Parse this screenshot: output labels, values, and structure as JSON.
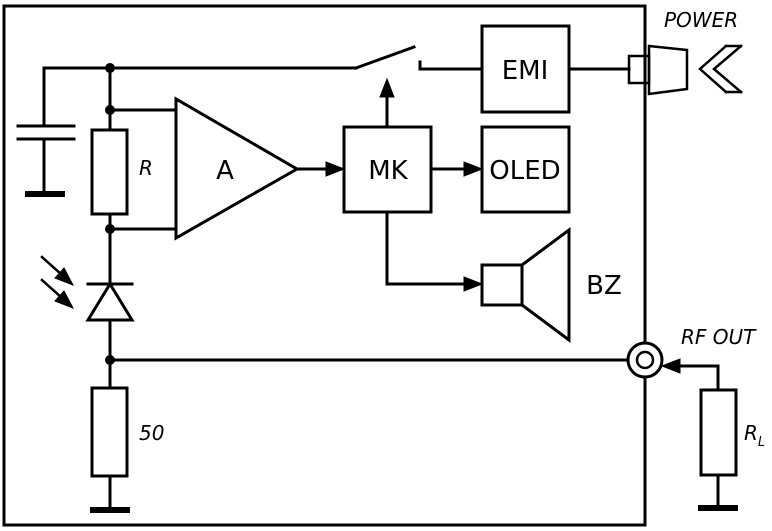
{
  "blocks": {
    "emi": "EMI",
    "mk": "MK",
    "oled": "OLED",
    "amplifier": "A",
    "buzzer": "BZ"
  },
  "components": {
    "sense_resistor": "R",
    "termination_resistor": "50",
    "load_resistor": "R",
    "load_resistor_subscript": "L"
  },
  "ports": {
    "power": "POWER",
    "rf_out": "RF OUT"
  }
}
